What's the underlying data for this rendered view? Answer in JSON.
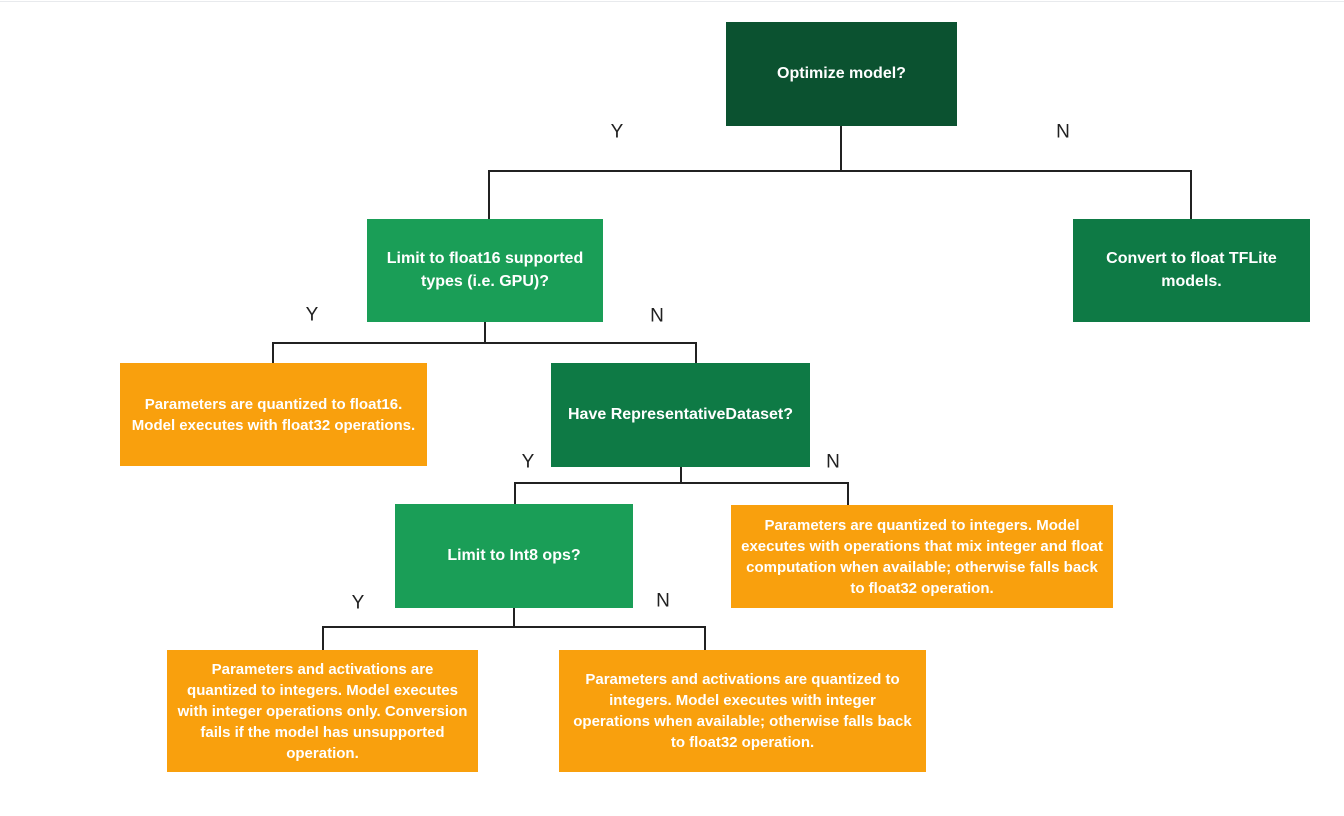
{
  "diagram": {
    "colors": {
      "dark_green": "#0b5230",
      "medium_green": "#0e7a45",
      "bright_green": "#1a9e57",
      "orange": "#f9a00d",
      "line": "#212121",
      "label_text": "#212121",
      "node_text": "#ffffff"
    },
    "branch_labels": {
      "yes": "Y",
      "no": "N"
    },
    "nodes": {
      "optimize": {
        "label": "Optimize model?"
      },
      "limit_float16": {
        "label": "Limit to float16 supported types (i.e. GPU)?"
      },
      "convert_float": {
        "label": "Convert to float TFLite models."
      },
      "float16_result": {
        "label": "Parameters are quantized to float16. Model executes with float32 operations."
      },
      "have_repr_dataset": {
        "label": "Have RepresentativeDataset?"
      },
      "mixed_result": {
        "label": "Parameters are quantized to integers. Model executes with operations that mix integer and float computation when available; otherwise falls back to float32 operation."
      },
      "limit_int8": {
        "label": "Limit to Int8 ops?"
      },
      "int_only_result": {
        "label": "Parameters and activations are quantized to integers. Model executes with integer operations only. Conversion fails if the model has unsupported operation."
      },
      "int_fallback_result": {
        "label": "Parameters and activations are quantized to integers. Model executes with integer operations when available; otherwise falls back to float32 operation."
      }
    }
  }
}
